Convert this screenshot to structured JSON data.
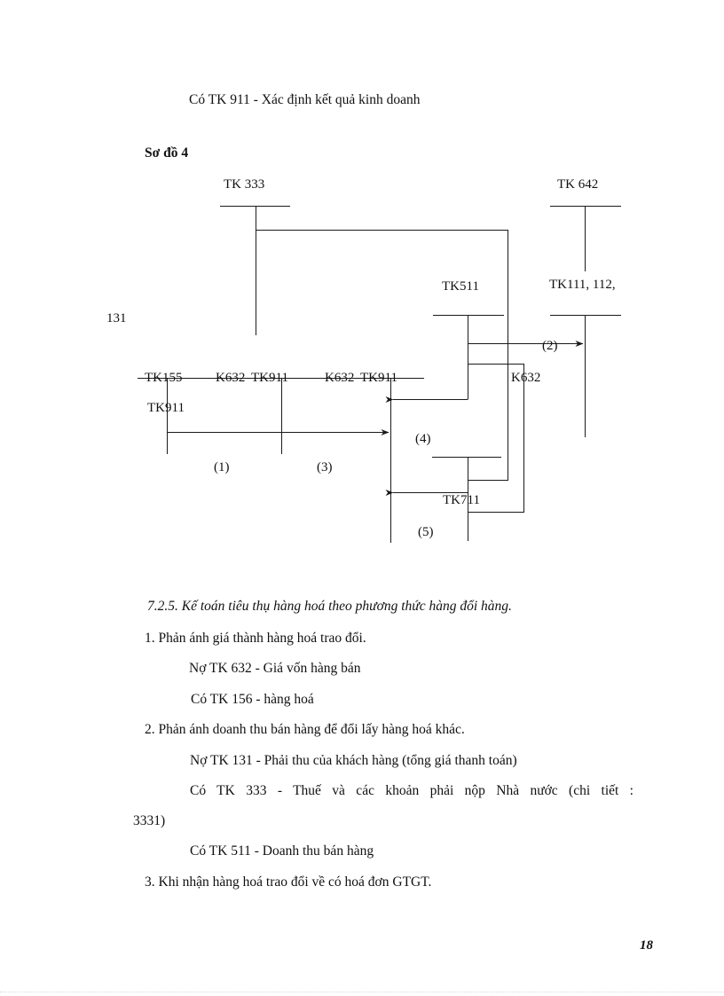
{
  "document": {
    "page_number": "18",
    "heading_line": "Có TK 911 - Xác định kết quả kinh doanh",
    "diagram_caption": "Sơ đồ 4"
  },
  "diagram": {
    "name": "so-do-4",
    "side_label": "131",
    "accounts": {
      "tk333": "TK 333",
      "tk642": "TK 642",
      "tk511": "TK511",
      "tk111_112": "TK111, 112,",
      "tk711": "TK711",
      "tk155": "TK155",
      "k632_a": "K632",
      "tk911_a": "TK911",
      "k632_b": "K632",
      "tk911_b": "TK911",
      "tk911_c": "TK911",
      "k632_right": "K632"
    },
    "flow_markers": {
      "m1": "(1)",
      "m2": "(2)",
      "m3": "(3)",
      "m4": "(4)",
      "m5": "(5)"
    },
    "line_color": "#1a1a1a"
  },
  "body": {
    "section_title": "7.2.5. Kế toán tiêu thụ hàng hoá theo phương thức hàng đổi hàng.",
    "item1": "1. Phản ánh giá thành hàng hoá trao đổi.",
    "item1_debit": "Nợ TK 632  - Giá vốn hàng bán",
    "item1_credit": "Có TK 156 - hàng hoá",
    "item2": "2. Phản ánh doanh thu bán hàng để đổi lấy hàng hoá khác.",
    "item2_debit": "Nợ TK 131 - Phải thu của khách hàng (tổng giá thanh toán)",
    "item2_credit1_justified": "Có TK 333 - Thuế và các khoản phải nộp Nhà nước (chi tiết :",
    "item2_credit1_wrap": "3331)",
    "item2_credit2": "Có TK 511 - Doanh thu bán hàng",
    "item3": "3. Khi nhận hàng hoá trao đổi về có hoá đơn GTGT."
  }
}
